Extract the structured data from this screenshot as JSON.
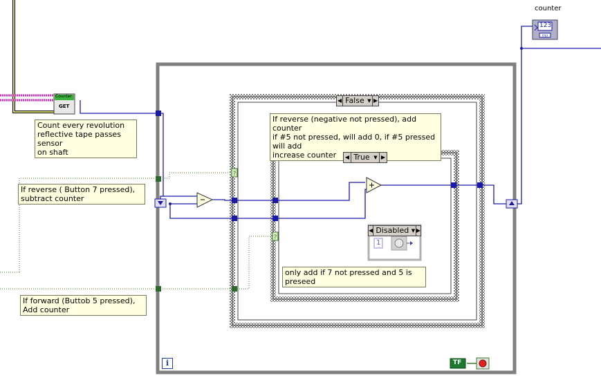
{
  "nodes": {
    "counter_terminal_label": "counter",
    "counter_terminal_value": "123",
    "counter_get_title": "Counter",
    "counter_get_label": "GET",
    "outer_case_value": "False",
    "inner_case_value": "True",
    "disabled_structure_value": "Disabled",
    "constant_one": "1",
    "loop_iteration": "i",
    "bool_constant": "TF"
  },
  "comments": {
    "count_revolution": "Count every revolution\nreflective tape passes sensor\non shaft",
    "reverse": "If reverse ( Button 7 pressed),\nsubtract counter",
    "forward": "If forward  (Buttob 5  pressed),\nAdd counter",
    "outer_case_note": "If reverse (negative not pressed), add counter\nif #5 not pressed, will add 0, if #5 pressed will add\nincrease counter",
    "inner_case_note": "only add if 7 not pressed and 5 is preseed"
  },
  "colors": {
    "wire_numeric": "#1a1aa6",
    "wire_boolean": "#3c7a2c",
    "wire_refnum": "#9c9c2c",
    "wire_pink": "#e020c8",
    "structure_border": "#808080",
    "comment_bg": "#ffffe1"
  }
}
